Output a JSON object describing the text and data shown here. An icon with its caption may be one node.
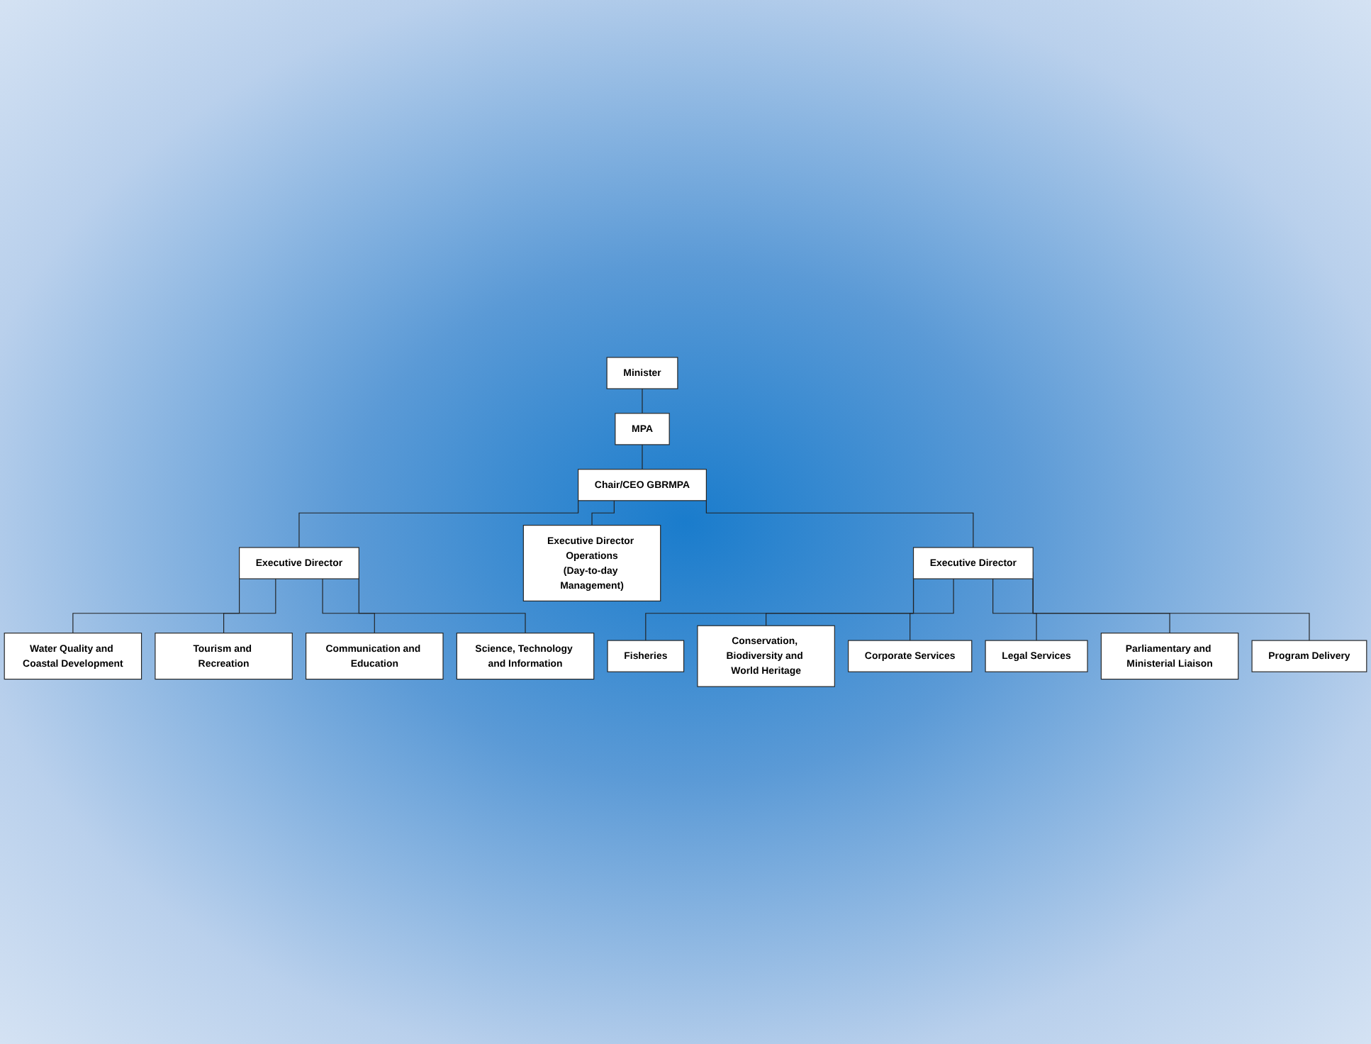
{
  "diagram": {
    "nodes": [
      {
        "text": [
          "Minister"
        ]
      },
      {
        "text": [
          "MPA"
        ]
      },
      {
        "text": [
          "Chair/CEO GBRMPA"
        ]
      },
      {
        "text": [
          "Executive Director"
        ]
      },
      {
        "text": [
          "Executive Director Operations",
          "(Day-to-day Management)"
        ]
      },
      {
        "text": [
          "Executive Director"
        ]
      },
      {
        "text": [
          "Water Quality and Coastal Development"
        ]
      },
      {
        "text": [
          "Tourism and Recreation"
        ]
      },
      {
        "text": [
          "Communication and Education"
        ]
      },
      {
        "text": [
          "Science, Technology and Information"
        ]
      },
      {
        "text": [
          "Fisheries"
        ]
      },
      {
        "text": [
          "Conservation, Biodiversity and World Heritage"
        ]
      },
      {
        "text": [
          "Corporate Services"
        ]
      },
      {
        "text": [
          "Legal Services"
        ]
      },
      {
        "text": [
          "Parliamentary and Ministerial Liaison"
        ]
      },
      {
        "text": [
          "Program Delivery"
        ]
      }
    ],
    "edges": [
      {
        "from": 0,
        "to": 1,
        "arrow": "none"
      },
      {
        "from": 1,
        "to": 2,
        "arrow": "none"
      },
      {
        "from": 2,
        "to": 3,
        "arrow": "none"
      },
      {
        "from": 2,
        "to": 4,
        "arrow": "none"
      },
      {
        "from": 2,
        "to": 5,
        "arrow": "none"
      },
      {
        "from": 3,
        "to": 6,
        "arrow": "none"
      },
      {
        "from": 3,
        "to": 7,
        "arrow": "none"
      },
      {
        "from": 3,
        "to": 8,
        "arrow": "none"
      },
      {
        "from": 3,
        "to": 9,
        "arrow": "none"
      },
      {
        "from": 5,
        "to": 10,
        "arrow": "none"
      },
      {
        "from": 5,
        "to": 11,
        "arrow": "none"
      },
      {
        "from": 5,
        "to": 12,
        "arrow": "none"
      },
      {
        "from": 5,
        "to": 13,
        "arrow": "none"
      },
      {
        "from": 5,
        "to": 14,
        "arrow": "none"
      },
      {
        "from": 5,
        "to": 15,
        "arrow": "none"
      }
    ]
  }
}
